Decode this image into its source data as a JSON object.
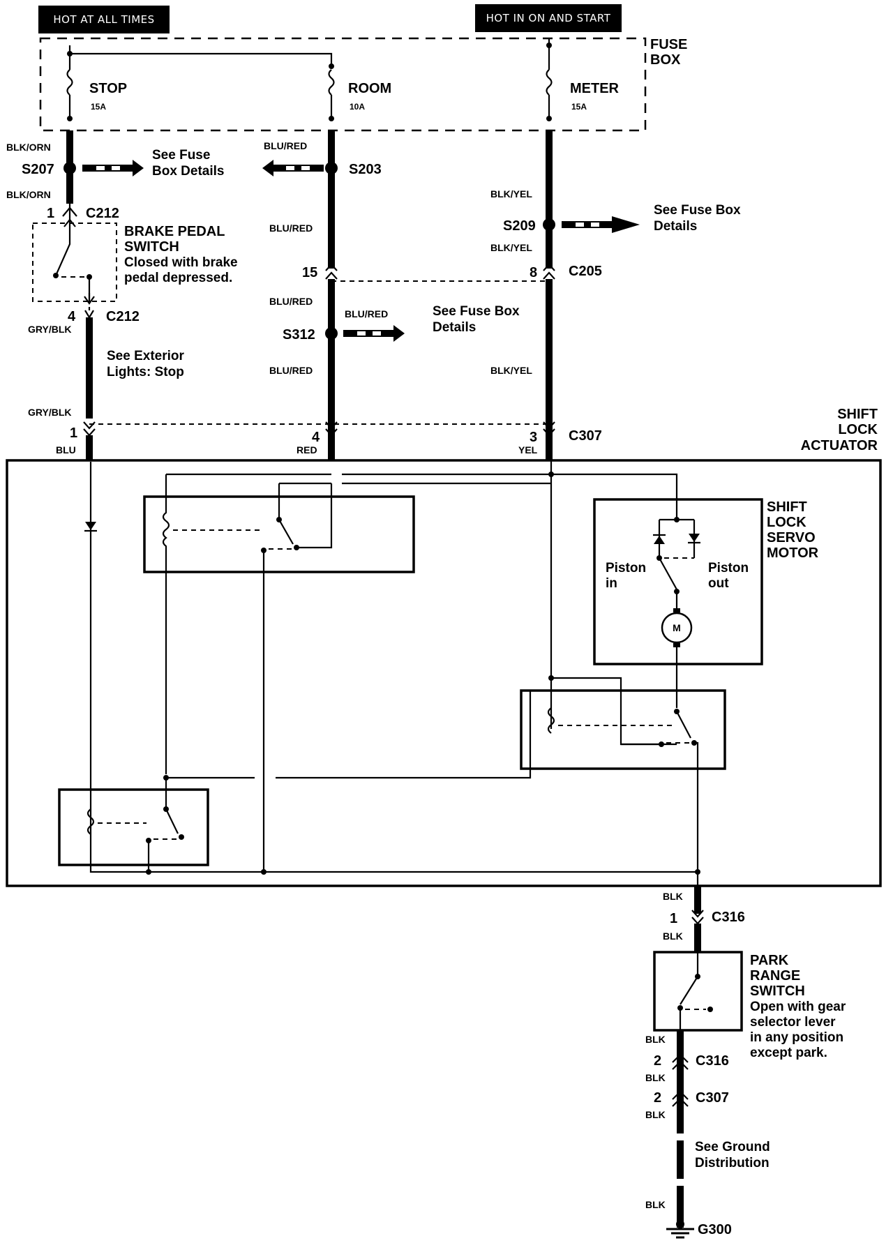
{
  "headers": {
    "hot_at_all_times": "HOT AT ALL TIMES",
    "hot_in_on_and_start": "HOT IN ON AND START"
  },
  "fuse_box": {
    "label_line1": "FUSE",
    "label_line2": "BOX",
    "fuses": [
      {
        "name": "STOP",
        "rating": "15A"
      },
      {
        "name": "ROOM",
        "rating": "10A"
      },
      {
        "name": "METER",
        "rating": "15A"
      }
    ]
  },
  "wires": {
    "blk_orn": "BLK/ORN",
    "blu_red": "BLU/RED",
    "blk_yel": "BLK/YEL",
    "gry_blk": "GRY/BLK",
    "blu": "BLU",
    "red": "RED",
    "yel": "YEL",
    "blk": "BLK"
  },
  "splices": {
    "s207": "S207",
    "s203": "S203",
    "s209": "S209",
    "s312": "S312"
  },
  "connectors": {
    "c212": "C212",
    "c205": "C205",
    "c307": "C307",
    "c316": "C316"
  },
  "pins": {
    "p1": "1",
    "p2": "2",
    "p3": "3",
    "p4": "4",
    "p8": "8",
    "p15": "15"
  },
  "notes": {
    "see_fuse_box_line1": "See Fuse",
    "see_fuse_box_line2": "Box Details",
    "see_fuse_box_a": "See Fuse Box",
    "details": "Details",
    "see_exterior_line1": "See Exterior",
    "see_exterior_line2": "Lights: Stop",
    "see_ground_line1": "See Ground",
    "see_ground_line2": "Distribution"
  },
  "components": {
    "brake_pedal_switch": {
      "line1": "BRAKE PEDAL",
      "line2": "SWITCH",
      "desc1": "Closed with brake",
      "desc2": "pedal depressed."
    },
    "shift_lock_actuator": {
      "line1": "SHIFT",
      "line2": "LOCK",
      "line3": "ACTUATOR"
    },
    "servo_motor": {
      "line1": "SHIFT",
      "line2": "LOCK",
      "line3": "SERVO",
      "line4": "MOTOR",
      "motor": "M",
      "piston_in_1": "Piston",
      "piston_in_2": "in",
      "piston_out_1": "Piston",
      "piston_out_2": "out"
    },
    "park_range_switch": {
      "line1": "PARK",
      "line2": "RANGE",
      "line3": "SWITCH",
      "desc1": "Open with gear",
      "desc2": "selector lever",
      "desc3": "in any position",
      "desc4": "except park."
    }
  },
  "ground": {
    "label": "G300"
  }
}
